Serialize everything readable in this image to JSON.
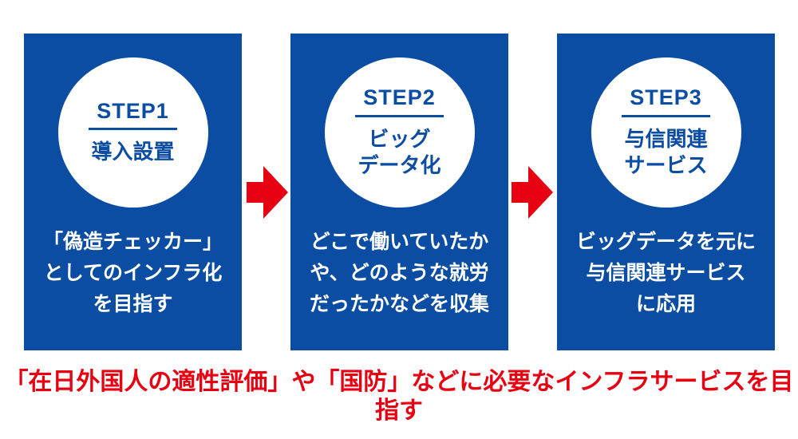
{
  "diagram": {
    "colors": {
      "panel_blue": "#0b4da2",
      "accent_red": "#e60012",
      "body_text_white": "#ffffff"
    },
    "steps": [
      {
        "label": "STEP1",
        "title_lines": [
          "導入設置"
        ],
        "body_lines": [
          "「偽造チェッカー」",
          "としてのインフラ化",
          "を目指す"
        ]
      },
      {
        "label": "STEP2",
        "title_lines": [
          "ビッグ",
          "データ化"
        ],
        "body_lines": [
          "どこで働いていたか",
          "や、どのような就労",
          "だったかなどを収集"
        ]
      },
      {
        "label": "STEP3",
        "title_lines": [
          "与信関連",
          "サービス"
        ],
        "body_lines": [
          "ビッグデータを元に",
          "与信関連サービス",
          "に応用"
        ]
      }
    ],
    "footer_text": "「在日外国人の適性評価」や「国防」などに必要なインフラサービスを目指す"
  }
}
